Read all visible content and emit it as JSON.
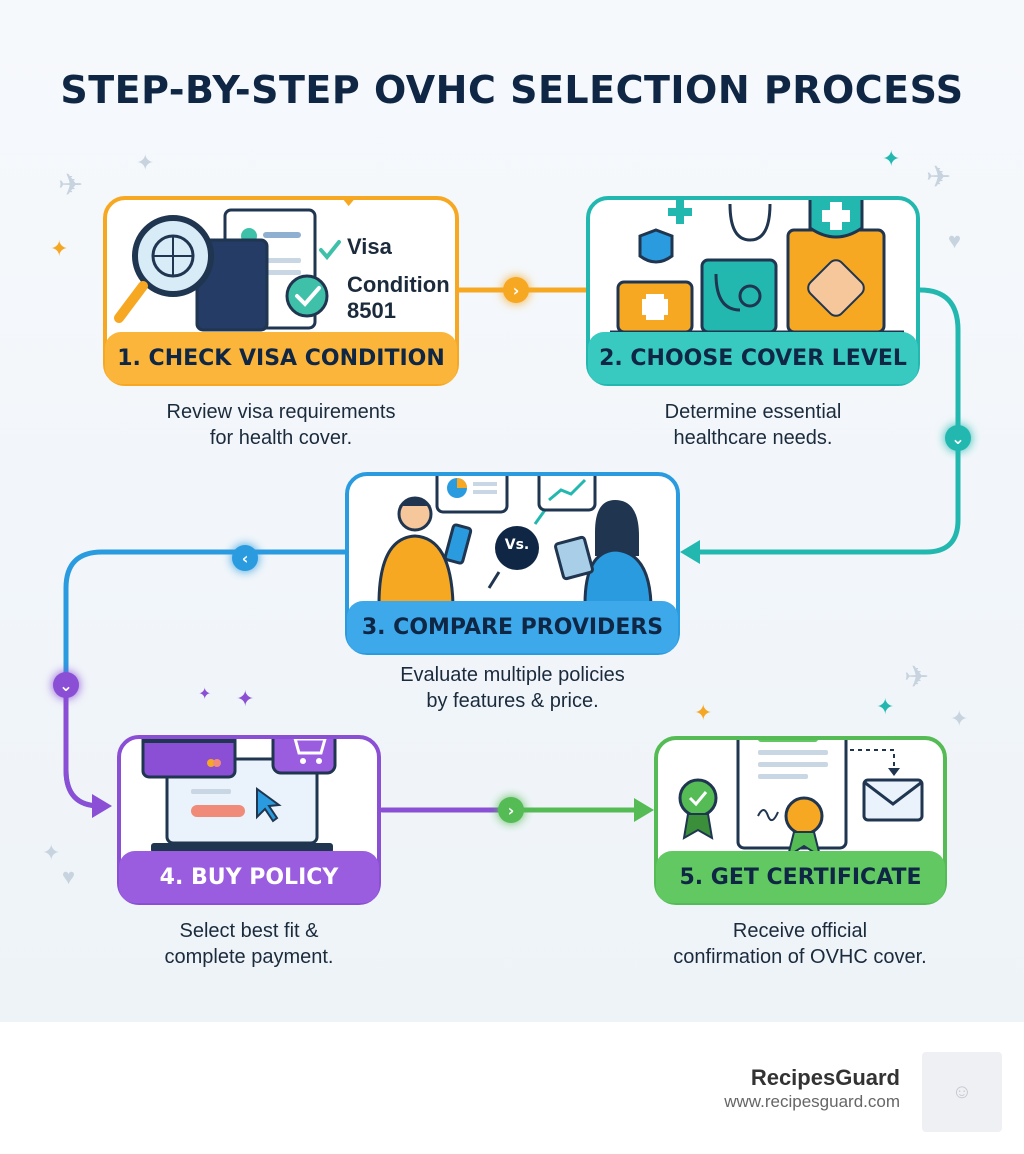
{
  "title": "STEP-BY-STEP OVHC SELECTION PROCESS",
  "steps": [
    {
      "label": "1. CHECK VISA CONDITION",
      "desc_lines": [
        "Review visa requirements",
        "for health cover."
      ],
      "color": "#f7a823",
      "banner": "#fbb53a"
    },
    {
      "label": "2. CHOOSE COVER LEVEL",
      "desc_lines": [
        "Determine essential",
        "healthcare needs."
      ],
      "color": "#22b8b0",
      "banner": "#38c9c0"
    },
    {
      "label": "3. COMPARE PROVIDERS",
      "desc_lines": [
        "Evaluate multiple policies",
        "by features & price."
      ],
      "color": "#2b9be0",
      "banner": "#3da8ea"
    },
    {
      "label": "4. BUY POLICY",
      "desc_lines": [
        "Select best fit &",
        "complete payment."
      ],
      "color": "#8a4fd4",
      "banner": "#9a5ddf"
    },
    {
      "label": "5. GET CERTIFICATE",
      "desc_lines": [
        "Receive official",
        "confirmation of OVHC cover."
      ],
      "color": "#55bb55",
      "banner": "#62c862"
    }
  ],
  "card1": {
    "check_text": "Visa",
    "condition_line1": "Condition",
    "condition_line2": "8501"
  },
  "card3": {
    "vs_text": "Vs."
  },
  "footer": {
    "brand": "RecipesGuard",
    "url": "www.recipesguard.com"
  },
  "icons": {
    "arrow_right": "chevron-right-icon",
    "arrow_down": "chevron-down-icon",
    "arrow_left": "chevron-left-icon"
  }
}
